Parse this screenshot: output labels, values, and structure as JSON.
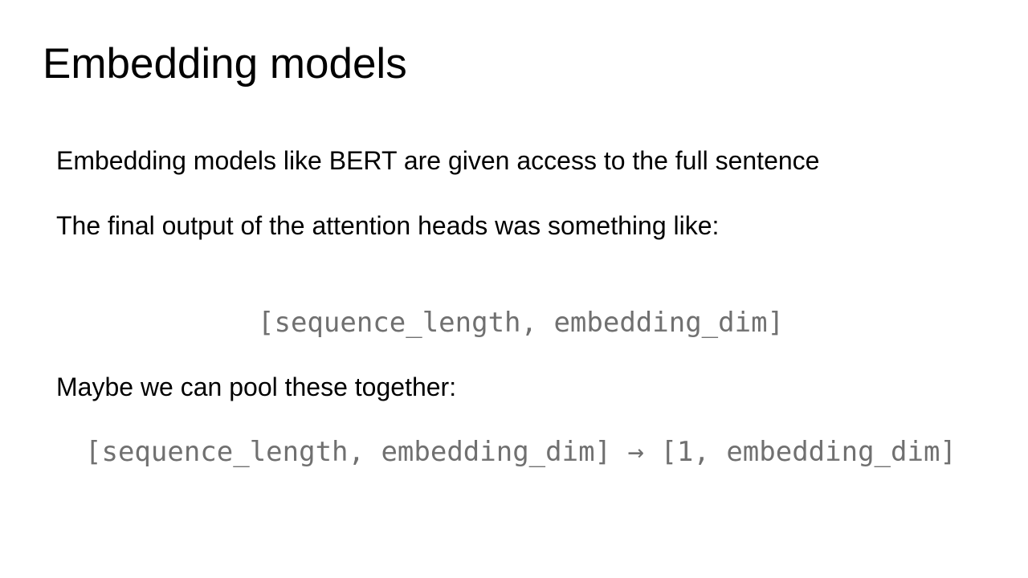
{
  "slide": {
    "title": "Embedding models",
    "line1": "Embedding models like BERT are given access to the full sentence",
    "line2": "The final output of the attention heads was something like:",
    "code1": "[sequence_length, embedding_dim]",
    "line3": "Maybe we can pool these together:",
    "code2": "[sequence_length, embedding_dim] → [1, embedding_dim]",
    "code_color": "#707070"
  }
}
